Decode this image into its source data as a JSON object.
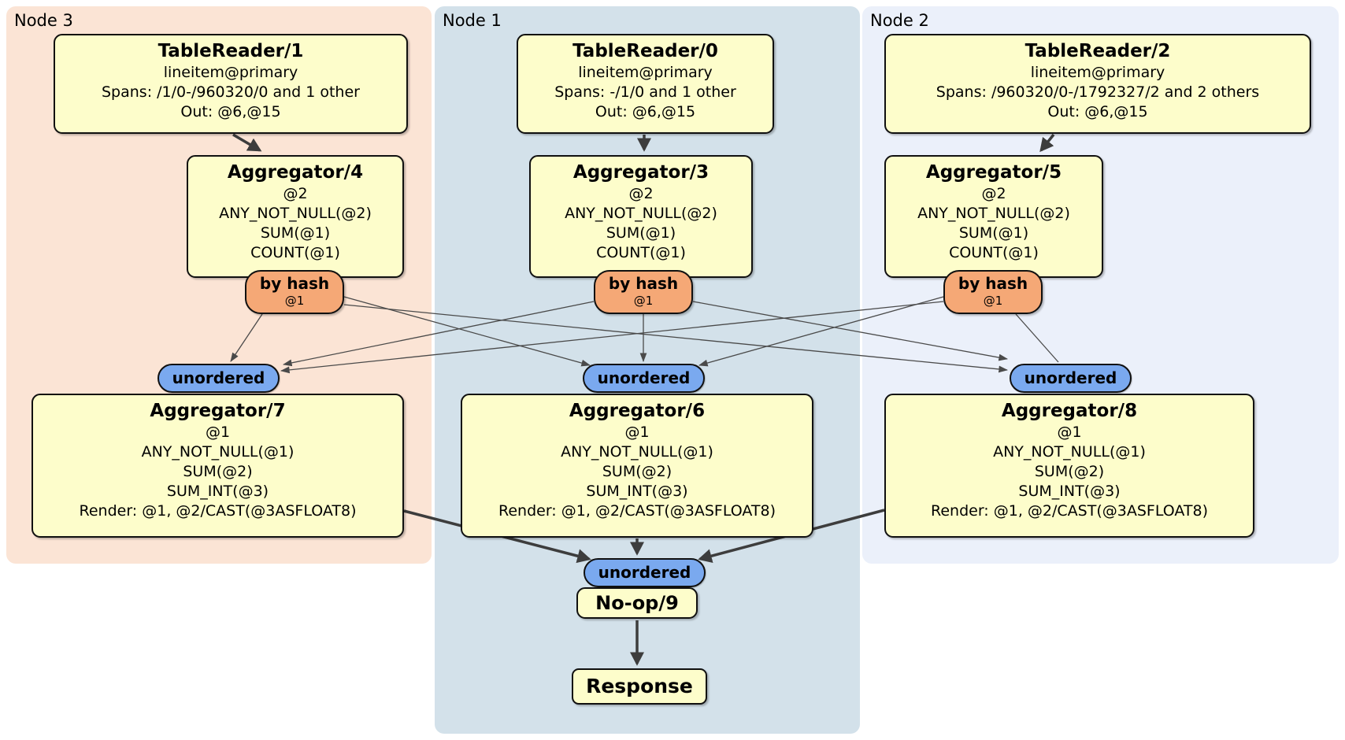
{
  "colors": {
    "node3_bg": "#fbe4d5",
    "node1_bg": "#d3e1ea",
    "node2_bg": "#ebf0fa",
    "box_fill": "#fdfdcb",
    "router_fill": "#f5a876",
    "sync_fill": "#7aa9ef",
    "edge_color": "#3d3d3d"
  },
  "regions": [
    {
      "label": "Node 3"
    },
    {
      "label": "Node 1"
    },
    {
      "label": "Node 2"
    }
  ],
  "processors": {
    "tr1": {
      "title": "TableReader/1",
      "lines": [
        "lineitem@primary",
        "Spans: /1/0-/960320/0 and 1 other",
        "Out: @6,@15"
      ]
    },
    "tr0": {
      "title": "TableReader/0",
      "lines": [
        "lineitem@primary",
        "Spans: -/1/0 and 1 other",
        "Out: @6,@15"
      ]
    },
    "tr2": {
      "title": "TableReader/2",
      "lines": [
        "lineitem@primary",
        "Spans: /960320/0-/1792327/2 and 2 others",
        "Out: @6,@15"
      ]
    },
    "agg4": {
      "title": "Aggregator/4",
      "lines": [
        "@2",
        "ANY_NOT_NULL(@2)",
        "SUM(@1)",
        "COUNT(@1)"
      ]
    },
    "agg3": {
      "title": "Aggregator/3",
      "lines": [
        "@2",
        "ANY_NOT_NULL(@2)",
        "SUM(@1)",
        "COUNT(@1)"
      ]
    },
    "agg5": {
      "title": "Aggregator/5",
      "lines": [
        "@2",
        "ANY_NOT_NULL(@2)",
        "SUM(@1)",
        "COUNT(@1)"
      ]
    },
    "agg7": {
      "title": "Aggregator/7",
      "lines": [
        "@1",
        "ANY_NOT_NULL(@1)",
        "SUM(@2)",
        "SUM_INT(@3)",
        "Render: @1, @2/CAST(@3ASFLOAT8)"
      ]
    },
    "agg6": {
      "title": "Aggregator/6",
      "lines": [
        "@1",
        "ANY_NOT_NULL(@1)",
        "SUM(@2)",
        "SUM_INT(@3)",
        "Render: @1, @2/CAST(@3ASFLOAT8)"
      ]
    },
    "agg8": {
      "title": "Aggregator/8",
      "lines": [
        "@1",
        "ANY_NOT_NULL(@1)",
        "SUM(@2)",
        "SUM_INT(@3)",
        "Render: @1, @2/CAST(@3ASFLOAT8)"
      ]
    },
    "noop": {
      "title": "No-op/9"
    },
    "response": {
      "title": "Response"
    }
  },
  "routers": {
    "by_hash": {
      "label": "by hash",
      "sub": "@1"
    },
    "unordered": {
      "label": "unordered"
    }
  }
}
